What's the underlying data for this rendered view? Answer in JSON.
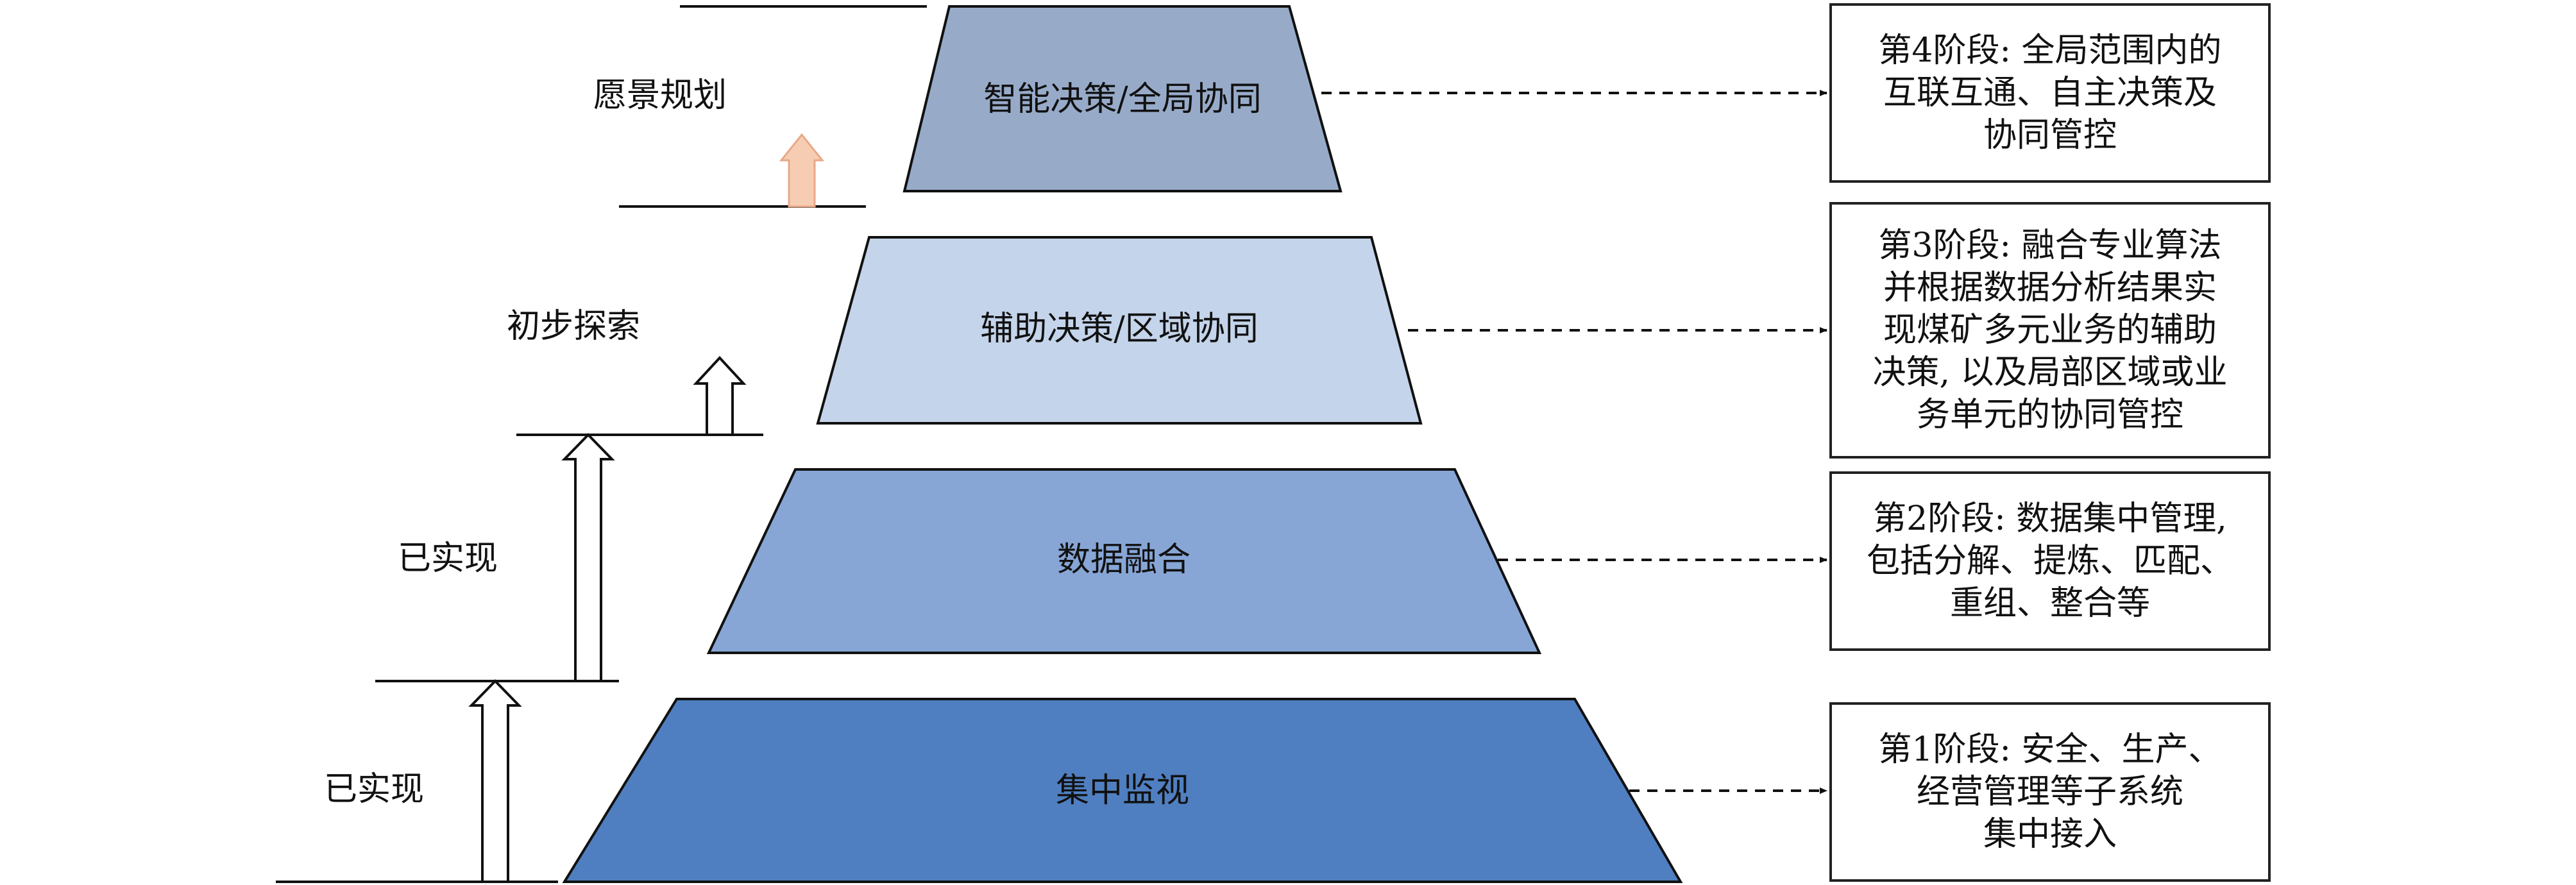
{
  "tiers": [
    {
      "label": "智能决策/全局协同",
      "color": "#97abc9"
    },
    {
      "label": "辅助决策/区域协同",
      "color": "#c4d4ea"
    },
    {
      "label": "数据融合",
      "color": "#87a6d6"
    },
    {
      "label": "集中监视",
      "color": "#4f7fc0"
    }
  ],
  "side_labels": [
    "愿景规划",
    "初步探索",
    "已实现",
    "已实现"
  ],
  "descriptions": [
    "第4阶段: 全局范围内的\n互联互通、自主决策及\n协同管控",
    "第3阶段: 融合专业算法\n并根据数据分析结果实\n现煤矿多元业务的辅助\n决策, 以及局部区域或业\n务单元的协同管控",
    "第2阶段: 数据集中管理,\n包括分解、提炼、匹配、\n重组、整合等",
    "第1阶段: 安全、生产、\n经营管理等子系统\n集中接入"
  ],
  "colors": {
    "line": "#111111",
    "vision_arrow": "#f6cdb3",
    "vision_arrow_stroke": "#e8a888"
  }
}
